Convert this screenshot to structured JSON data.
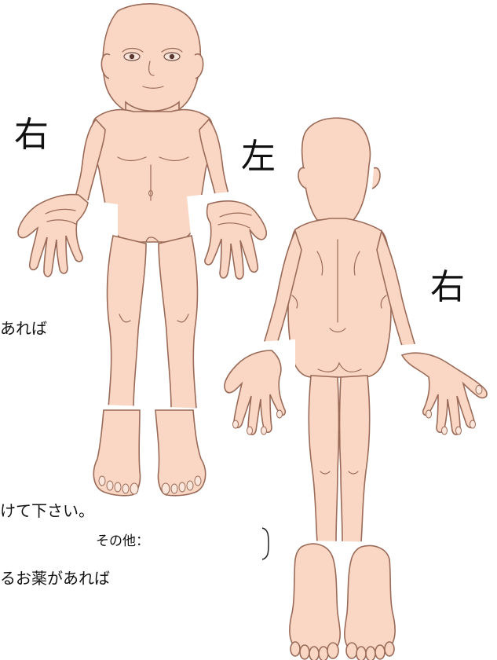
{
  "labels": {
    "front_right": "右",
    "back_left": "左",
    "back_right": "右"
  },
  "text_lines": {
    "line1": "あれば",
    "line2": "けて下さい。",
    "line3": "その他：",
    "line4": "るお薬があれば"
  },
  "colors": {
    "skin": "#FAD7C4",
    "skin_shade": "#F2C2AA",
    "outline": "#9A6B58",
    "hair_shadow": "#E8B9A0"
  }
}
